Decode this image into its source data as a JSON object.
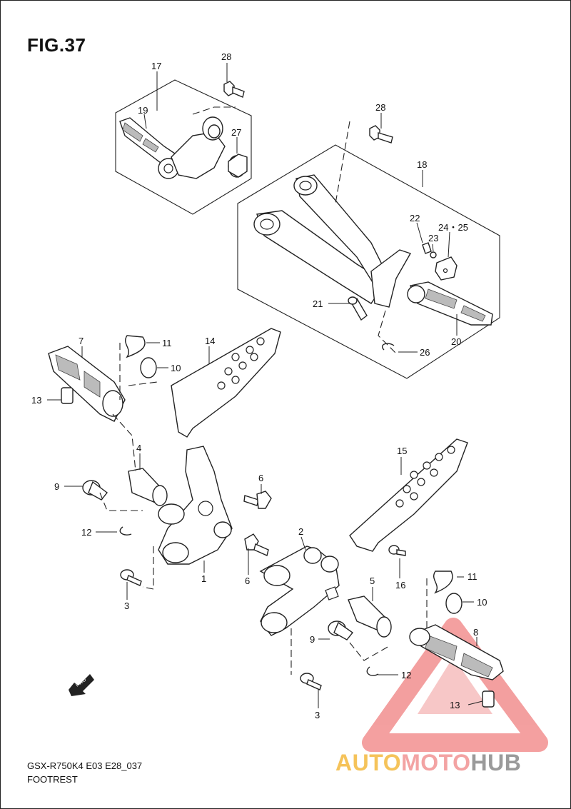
{
  "figure": {
    "title": "FIG.37"
  },
  "footer": {
    "model_code": "GSX-R750K4 E03 E28_037",
    "name": "FOOTREST"
  },
  "arrow": {
    "label": "FWD"
  },
  "watermark": {
    "part1": "AUTO",
    "part2": "MOTO",
    "part3": "HUB"
  },
  "callouts": {
    "c1": "1",
    "c2": "2",
    "c3a": "3",
    "c3b": "3",
    "c4": "4",
    "c5": "5",
    "c6a": "6",
    "c6b": "6",
    "c7": "7",
    "c8": "8",
    "c9a": "9",
    "c9b": "9",
    "c10a": "10",
    "c10b": "10",
    "c11a": "11",
    "c11b": "11",
    "c12a": "12",
    "c12b": "12",
    "c13a": "13",
    "c13b": "13",
    "c14": "14",
    "c15": "15",
    "c16": "16",
    "c17": "17",
    "c18": "18",
    "c19": "19",
    "c20": "20",
    "c21": "21",
    "c22": "22",
    "c23": "23",
    "c2425": "24・25",
    "c26": "26",
    "c27": "27",
    "c28a": "28",
    "c28b": "28"
  },
  "colors": {
    "watermark_red": "#f08080",
    "watermark_yellow": "#f5c35a",
    "watermark_gray": "#9a9a9a"
  }
}
